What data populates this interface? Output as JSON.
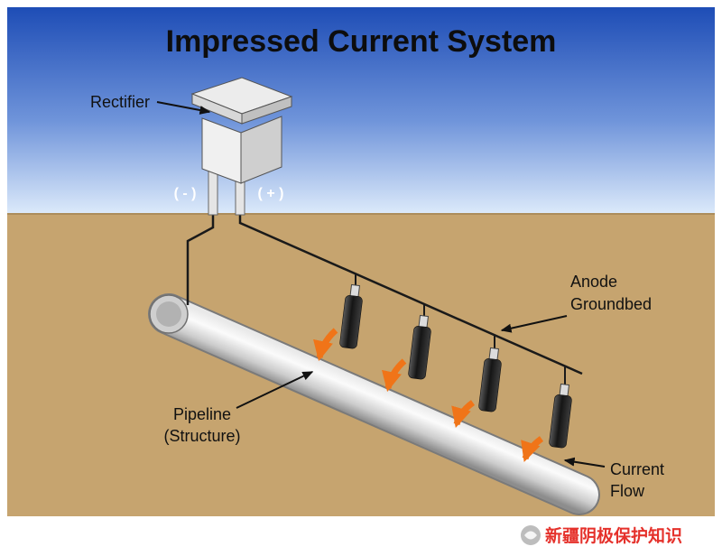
{
  "title": "Impressed Current System",
  "rectifier": {
    "label": "Rectifier",
    "negative_terminal": "( - )",
    "positive_terminal": "( + )"
  },
  "anode_groundbed": {
    "label_line1": "Anode",
    "label_line2": "Groundbed",
    "anode_count": 4
  },
  "pipeline": {
    "label_line1": "Pipeline",
    "label_line2": "(Structure)"
  },
  "current_flow": {
    "label_line1": "Current",
    "label_line2": "Flow"
  },
  "watermark": {
    "text": "新疆阴极保护知识"
  },
  "colors": {
    "sky_top": "#1e4db6",
    "sky_mid": "#6f94da",
    "sky_bottom": "#dbe9fa",
    "ground": "#c6a46f",
    "arrow_orange": "#f07418",
    "watermark_red": "#e5312b",
    "wire_black": "#1a1a1a"
  }
}
